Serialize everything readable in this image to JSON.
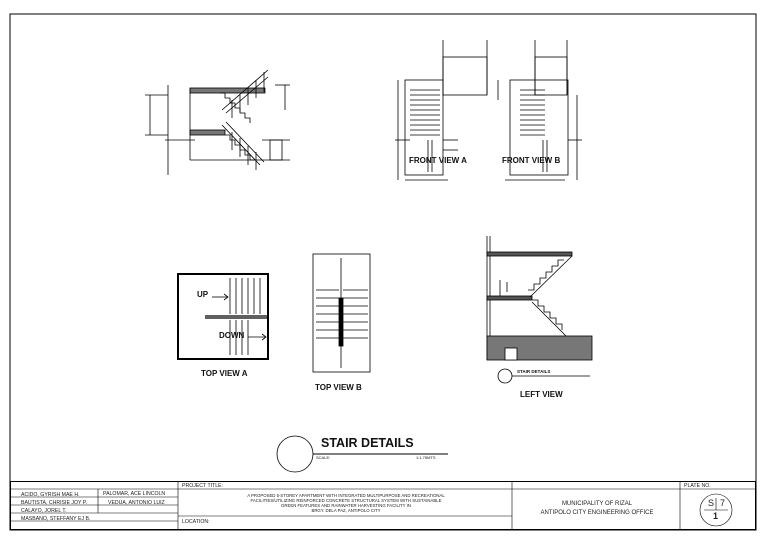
{
  "views": {
    "front_a": "FRONT VIEW A",
    "front_b": "FRONT VIEW B",
    "top_a": "TOP VIEW A",
    "top_b": "TOP VIEW B",
    "left": "LEFT VIEW",
    "up": "UP",
    "down": "DOWN",
    "left_callout": "STAIR DETAILS"
  },
  "main_title": {
    "title": "STAIR DETAILS",
    "scale_label": "SCALE:",
    "scale_value": "1:1.75MTS"
  },
  "title_block": {
    "team": [
      [
        "ACIDO, GYRISH MAE H.",
        "PALOMAR, ACE LINCOLN"
      ],
      [
        "BAUTISTA, CHRISIE JOY P.",
        "VEDUA, ANTONIO LUIZ"
      ],
      [
        "CALAYO, JOREL T.",
        ""
      ],
      [
        "MASBANO, STEFFANY EJ B.",
        ""
      ]
    ],
    "project_title_label": "PROJECT TITLE:",
    "project_title_lines": [
      "A PROPOSED 5-STOREY APARTMENT WITH INTEGRATED MULTIPURPOSE AND RECREATIONAL",
      "FACILITIES/UTILIZING REINFORCED CONCRETE STRUCTURAL SYSTEM WITH SUSTAINABLE",
      "GREEN FEATURES AND RAINWATER HARVESTING FACILITY IN",
      "BRGY. DELA PAZ, ANTIPOLO CITY"
    ],
    "location_label": "LOCATION:",
    "office_line1": "MUNICIPALITY OF RIZAL",
    "office_line2": "ANTIPOLO CITY ENGINEERING OFFICE",
    "plate_label": "PLATE NO.",
    "plate_code": "S",
    "plate_sheet": "7",
    "plate_number": "1"
  }
}
